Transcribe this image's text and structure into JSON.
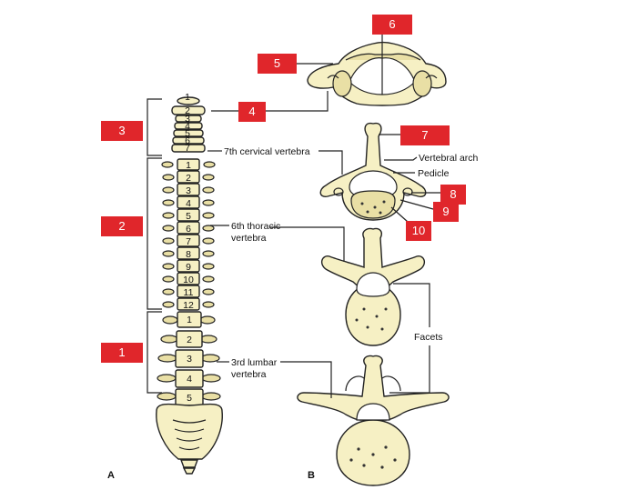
{
  "markers": [
    "1",
    "2",
    "3",
    "4",
    "5",
    "6",
    "7",
    "8",
    "9",
    "10"
  ],
  "cervical_numbers": [
    "1",
    "2",
    "3",
    "4",
    "5",
    "6",
    "7"
  ],
  "thoracic_numbers": [
    "1",
    "2",
    "3",
    "4",
    "5",
    "6",
    "7",
    "8",
    "9",
    "10",
    "11",
    "12"
  ],
  "lumbar_numbers": [
    "1",
    "2",
    "3",
    "4",
    "5"
  ],
  "labels": {
    "cervical7": "7th cervical vertebra",
    "vertebral_arch": "Vertebral arch",
    "pedicle": "Pedicle",
    "thoracic6_line1": "6th thoracic",
    "thoracic6_line2": "vertebra",
    "facets": "Facets",
    "lumbar3_line1": "3rd lumbar",
    "lumbar3_line2": "vertebra"
  },
  "panels": {
    "a": "A",
    "b": "B"
  }
}
